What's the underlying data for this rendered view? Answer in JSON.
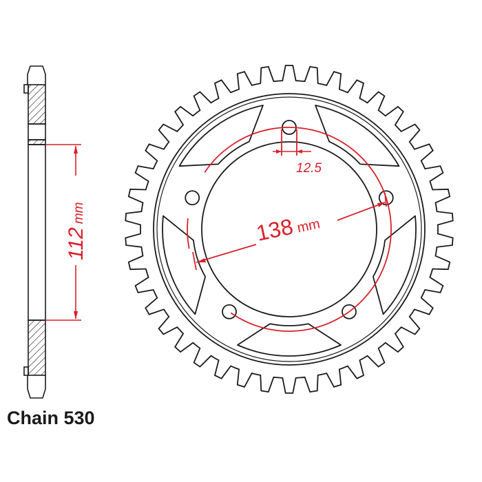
{
  "caption": "Chain 530",
  "dimensions": {
    "bore_depth": {
      "value": "112",
      "unit": "mm"
    },
    "bolt_circle": {
      "value": "138",
      "unit": "mm"
    },
    "bolt_hole": {
      "value": "12.5"
    }
  },
  "sprocket": {
    "bolt_holes": 5,
    "windows": 5
  },
  "colors": {
    "outline": "#1a1a1a",
    "dimension": "#d8202a",
    "background": "#ffffff"
  }
}
